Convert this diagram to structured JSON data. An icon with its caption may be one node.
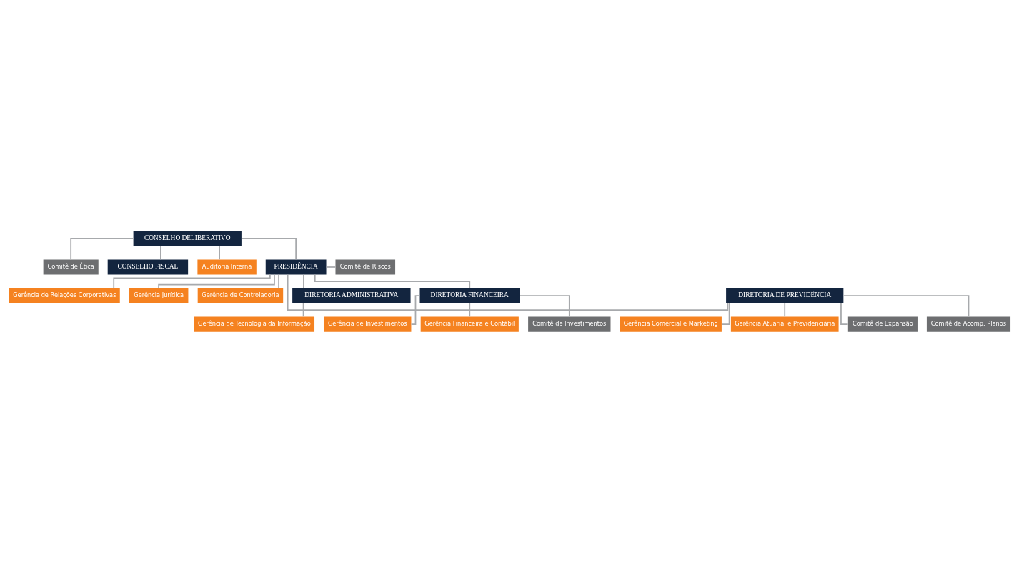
{
  "diagram": {
    "nodes": [
      {
        "text": [
          "CONSELHO DELIBERATIVO"
        ]
      },
      {
        "text": [
          "Comitê de Ética"
        ]
      },
      {
        "text": [
          "CONSELHO FISCAL"
        ]
      },
      {
        "text": [
          "Auditoria Interna"
        ]
      },
      {
        "text": [
          "PRESIDÊNCIA"
        ]
      },
      {
        "text": [
          "Comitê de Riscos"
        ]
      },
      {
        "text": [
          "Gerência de Relações Corporativas"
        ]
      },
      {
        "text": [
          "Gerência Jurídica"
        ]
      },
      {
        "text": [
          "Gerência de Controladoria"
        ]
      },
      {
        "text": [
          "DIRETORIA ADMINISTRATIVA"
        ]
      },
      {
        "text": [
          "DIRETORIA FINANCEIRA"
        ]
      },
      {
        "text": [
          "DIRETORIA DE PREVIDÊNCIA"
        ]
      },
      {
        "text": [
          "Gerência de Tecnologia da Informação"
        ]
      },
      {
        "text": [
          "Gerência de Investimentos"
        ]
      },
      {
        "text": [
          "Gerência Financeira e Contábil"
        ]
      },
      {
        "text": [
          "Gerência Comercial e Marketing"
        ]
      },
      {
        "text": [
          "Gerência Atuarial e Previdenciária"
        ]
      },
      {
        "text": [
          "Comitê de Investimentos"
        ]
      },
      {
        "text": [
          "Comitê de Expansão"
        ]
      },
      {
        "text": [
          "Comitê de Acomp. Planos"
        ]
      }
    ],
    "edges": [
      {
        "from": 0,
        "to": 1,
        "arrow": "none"
      },
      {
        "from": 0,
        "to": 2,
        "arrow": "none"
      },
      {
        "from": 0,
        "to": 3,
        "arrow": "none"
      },
      {
        "from": 0,
        "to": 4,
        "arrow": "none"
      },
      {
        "from": 4,
        "to": 5,
        "arrow": "none"
      },
      {
        "from": 4,
        "to": 6,
        "arrow": "none"
      },
      {
        "from": 4,
        "to": 7,
        "arrow": "none"
      },
      {
        "from": 4,
        "to": 8,
        "arrow": "none"
      },
      {
        "from": 4,
        "to": 9,
        "arrow": "none"
      },
      {
        "from": 4,
        "to": 10,
        "arrow": "none"
      },
      {
        "from": 4,
        "to": 11,
        "arrow": "none"
      },
      {
        "from": 9,
        "to": 12,
        "arrow": "none"
      },
      {
        "from": 10,
        "to": 13,
        "arrow": "none"
      },
      {
        "from": 10,
        "to": 14,
        "arrow": "none"
      },
      {
        "from": 10,
        "to": 17,
        "arrow": "none"
      },
      {
        "from": 11,
        "to": 15,
        "arrow": "none"
      },
      {
        "from": 11,
        "to": 16,
        "arrow": "none"
      },
      {
        "from": 11,
        "to": 18,
        "arrow": "none"
      },
      {
        "from": 11,
        "to": 19,
        "arrow": "none"
      }
    ]
  }
}
